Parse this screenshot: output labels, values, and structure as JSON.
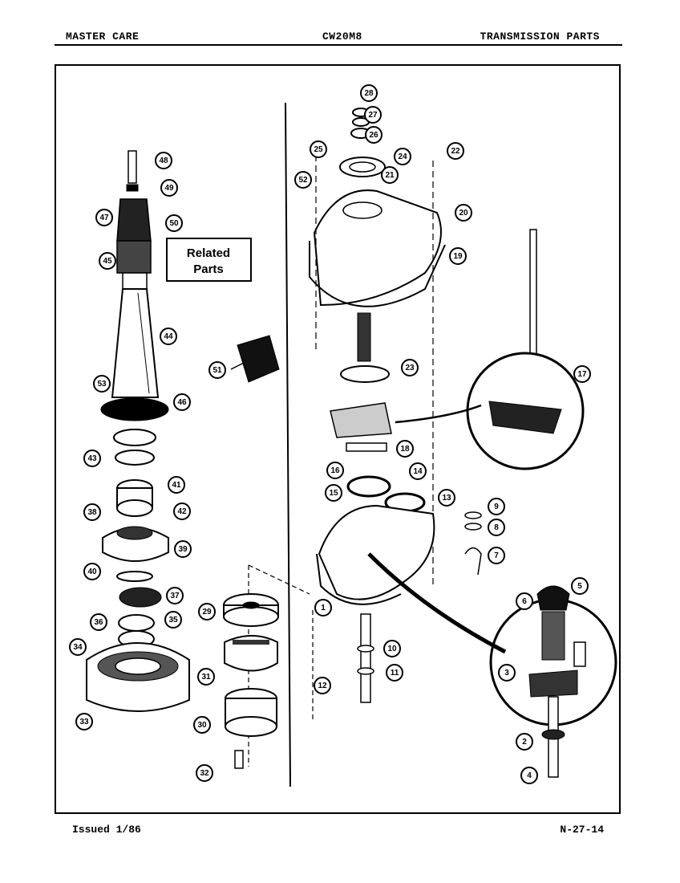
{
  "header": {
    "left": "MASTER CARE",
    "center": "CW20M8",
    "right": "TRANSMISSION PARTS"
  },
  "footer": {
    "issued": "Issued 1/86",
    "page_code": "N-27-14"
  },
  "related_parts": {
    "line1": "Related",
    "line2": "Parts"
  },
  "callouts": [
    "48",
    "49",
    "47",
    "50",
    "45",
    "44",
    "53",
    "46",
    "43",
    "41",
    "42",
    "38",
    "39",
    "40",
    "37",
    "36",
    "35",
    "34",
    "33",
    "51",
    "28",
    "27",
    "26",
    "25",
    "24",
    "22",
    "21",
    "52",
    "20",
    "19",
    "23",
    "17",
    "18",
    "16",
    "14",
    "15",
    "13",
    "9",
    "8",
    "7",
    "1",
    "10",
    "11",
    "12",
    "5",
    "6",
    "3",
    "2",
    "4",
    "29",
    "31",
    "30",
    "32"
  ]
}
